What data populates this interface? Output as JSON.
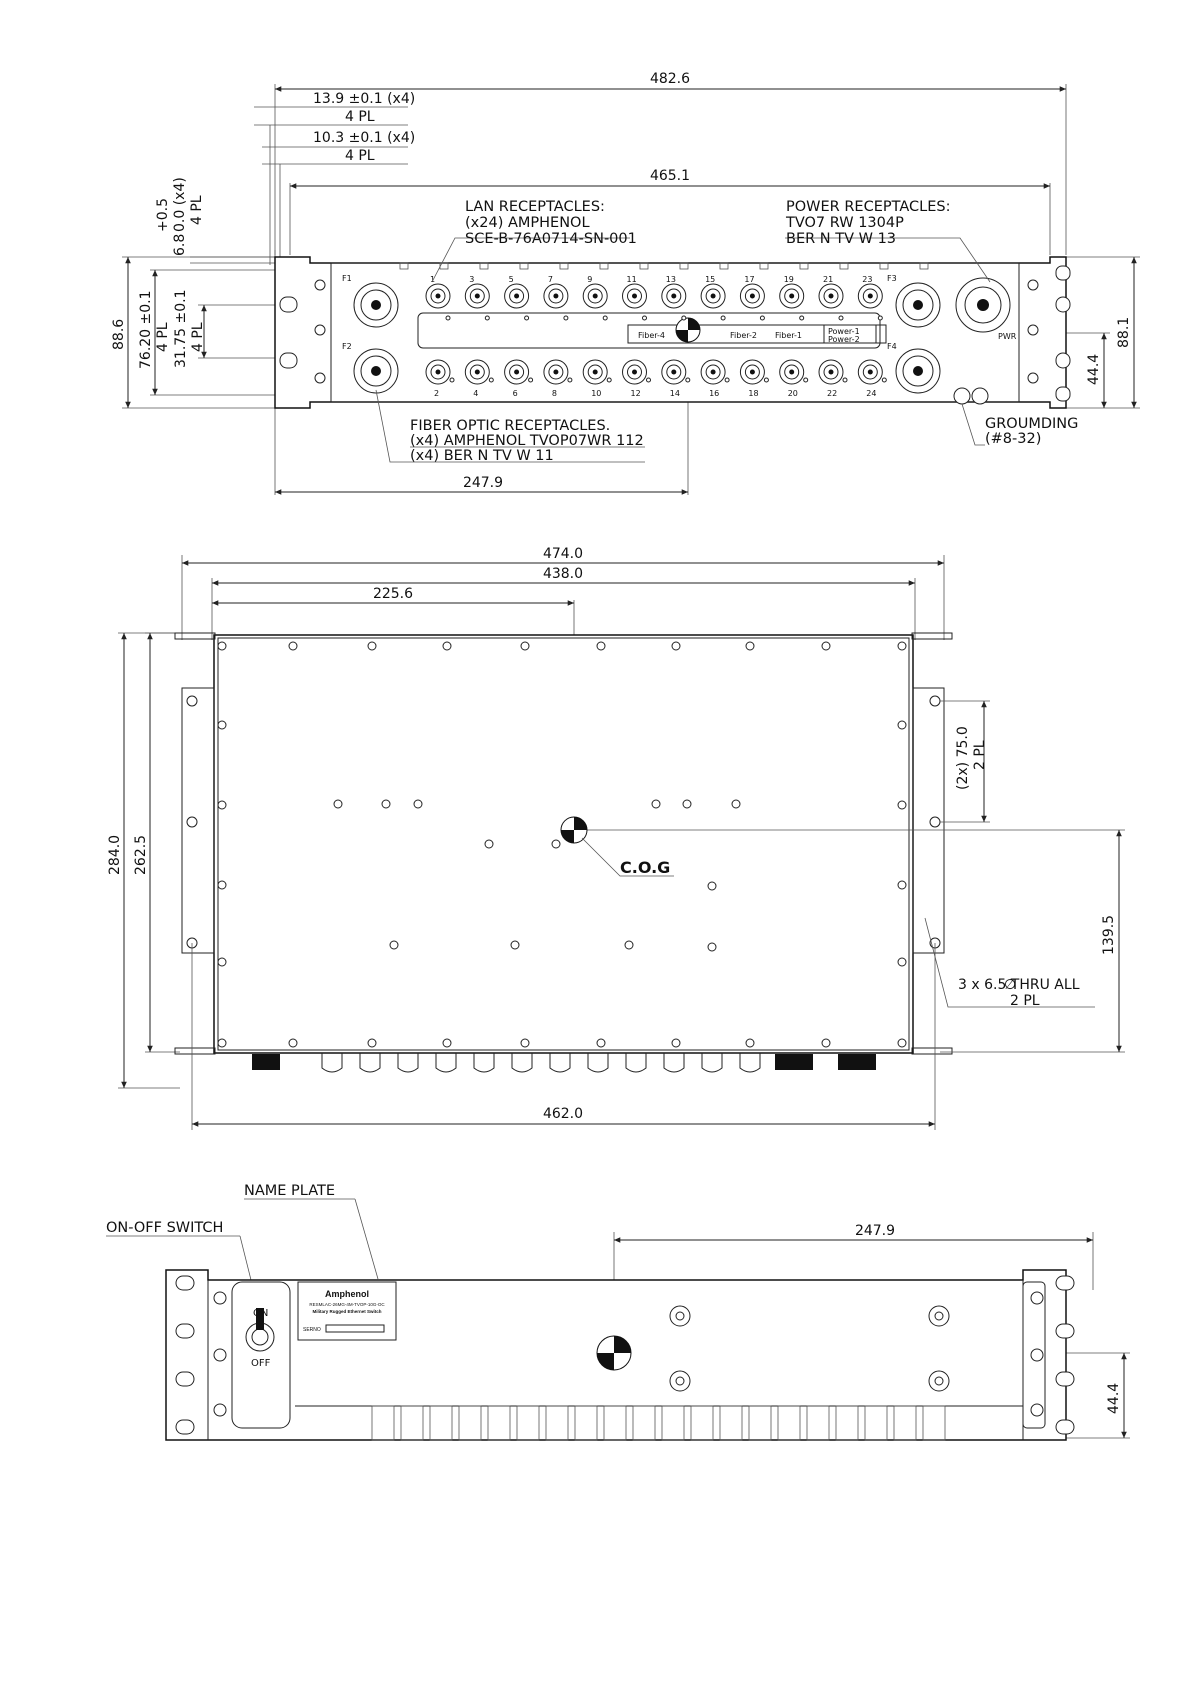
{
  "front_view": {
    "dims": {
      "overall_width": "482.6",
      "ear_spacing_1": "13.9 ±0.1 (x4)",
      "ear_spacing_1_pl": "4 PL",
      "ear_spacing_2": "10.3 ±0.1 (x4)",
      "ear_spacing_2_pl": "4 PL",
      "inner_width": "465.1",
      "tol_plus": "+0.5",
      "tol_zero": "0.0 (x4)",
      "tol_pl": "4 PL",
      "tol_base": "6.8",
      "height": "88.6",
      "hole_vertical": "76.20 ±0.1",
      "hole_vertical_pl": "4 PL",
      "hole_pitch": "31.75 ±0.1",
      "hole_pitch_pl": "4 PL",
      "right_height": "88.1",
      "right_half": "44.4",
      "cog_x": "247.9"
    },
    "notes": {
      "lan_1": "LAN RECEPTACLES:",
      "lan_2": "(x24) AMPHENOL",
      "lan_3": "SCE-B-76A0714-SN-001",
      "pwr_1": "POWER RECEPTACLES:",
      "pwr_2": "TVO7 RW 1304P",
      "pwr_3": "BER N TV W 13",
      "fib_1": "FIBER OPTIC RECEPTACLES.",
      "fib_2": "(x4) AMPHENOL TVOP07WR 112",
      "fib_3": "(x4)  BER N TV W 11",
      "gnd_1": "GROUMDING",
      "gnd_2": "(#8-32)"
    },
    "labels": {
      "f1": "F1",
      "f2": "F2",
      "f3": "F3",
      "f4": "F4",
      "pwr": "PWR",
      "fiber4": "Fiber-4",
      "fiber2": "Fiber-2",
      "fiber1": "Fiber-1",
      "power1": "Power-1",
      "power2": "Power-2"
    },
    "ports_top": [
      "1",
      "3",
      "5",
      "7",
      "9",
      "11",
      "13",
      "15",
      "17",
      "19",
      "21",
      "23"
    ],
    "ports_bottom": [
      "2",
      "4",
      "6",
      "8",
      "10",
      "12",
      "14",
      "16",
      "18",
      "20",
      "22",
      "24"
    ]
  },
  "top_view": {
    "dims": {
      "width_474": "474.0",
      "width_438": "438.0",
      "cog_x": "225.6",
      "depth_284": "284.0",
      "depth_262": "262.5",
      "hole_pitch": "(2x) 75.0",
      "hole_pitch_pl": "2 PL",
      "cog_y": "139.5",
      "holes_1": "3 x  6.5 THRU ALL",
      "holes_2": "2 PL",
      "width_462": "462.0"
    },
    "cog_label": "C.O.G"
  },
  "rear_view": {
    "labels": {
      "name_plate": "NAME PLATE",
      "switch": "ON-OFF SWITCH",
      "on": "ON",
      "off": "OFF"
    },
    "dims": {
      "cog_x": "247.9",
      "cog_y": "44.4"
    },
    "plate": {
      "brand": "Amphenol",
      "model": "RESMLAC-26MG-4M-TVOP-10G-OC",
      "desc": "Military Rugged Ethernet Switch",
      "serial": "SERNO"
    }
  },
  "colors": {
    "line": "#222222",
    "paper": "#ffffff"
  }
}
